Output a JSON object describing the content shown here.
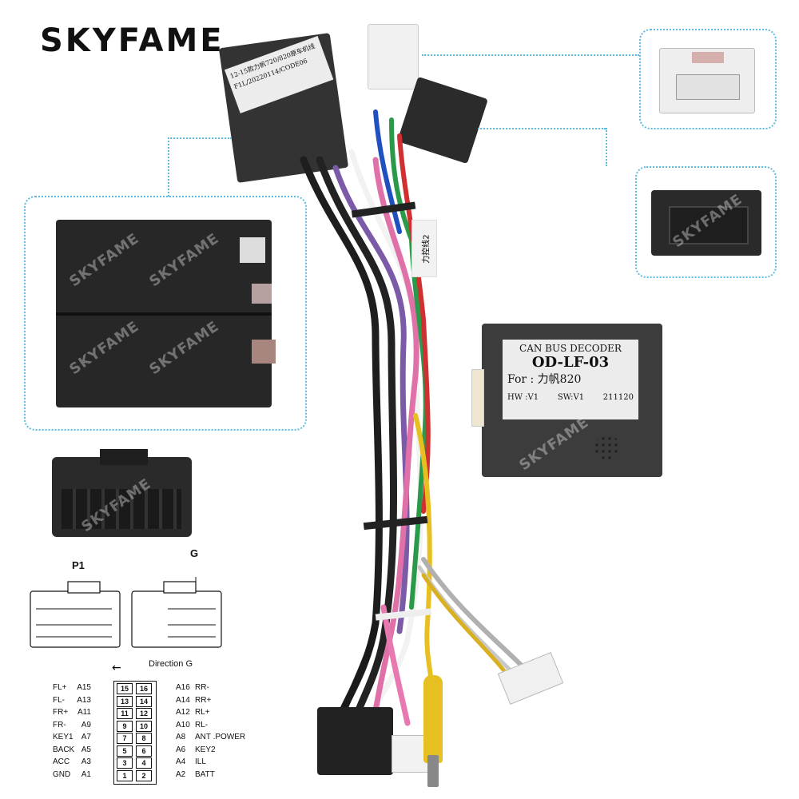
{
  "brand": "SKYFAME",
  "watermark": "SKYFAME",
  "harness_label": {
    "line1": "12-15款力帆720/820原车机线",
    "line2": "F1L/20220114/CODE06"
  },
  "side_tag": "力控线2",
  "decoder": {
    "line1": "CAN BUS DECODER",
    "line2": "OD-LF-03",
    "line3": "For : 力帆820",
    "hw": "HW :V1",
    "sw": "SW:V1",
    "date": "211120"
  },
  "diagram": {
    "p1": "P1",
    "g": "G",
    "direction": "Direction G"
  },
  "pinout": [
    {
      "l_name": "FL+",
      "l_code": "A15",
      "left": "15",
      "right": "16",
      "r_code": "A16",
      "r_name": "RR-"
    },
    {
      "l_name": "FL-",
      "l_code": "A13",
      "left": "13",
      "right": "14",
      "r_code": "A14",
      "r_name": "RR+"
    },
    {
      "l_name": "FR+",
      "l_code": "A11",
      "left": "11",
      "right": "12",
      "r_code": "A12",
      "r_name": "RL+"
    },
    {
      "l_name": "FR-",
      "l_code": "A9",
      "left": "9",
      "right": "10",
      "r_code": "A10",
      "r_name": "RL-"
    },
    {
      "l_name": "KEY1",
      "l_code": "A7",
      "left": "7",
      "right": "8",
      "r_code": "A8",
      "r_name": "ANT .POWER"
    },
    {
      "l_name": "BACK",
      "l_code": "A5",
      "left": "5",
      "right": "6",
      "r_code": "A6",
      "r_name": "KEY2"
    },
    {
      "l_name": "ACC",
      "l_code": "A3",
      "left": "3",
      "right": "4",
      "r_code": "A4",
      "r_name": "ILL"
    },
    {
      "l_name": "GND",
      "l_code": "A1",
      "left": "1",
      "right": "2",
      "r_code": "A2",
      "r_name": "BATT"
    }
  ],
  "colors": {
    "panel_border": "#5bbbe0",
    "connector": "#262626",
    "brand": "#111111"
  }
}
